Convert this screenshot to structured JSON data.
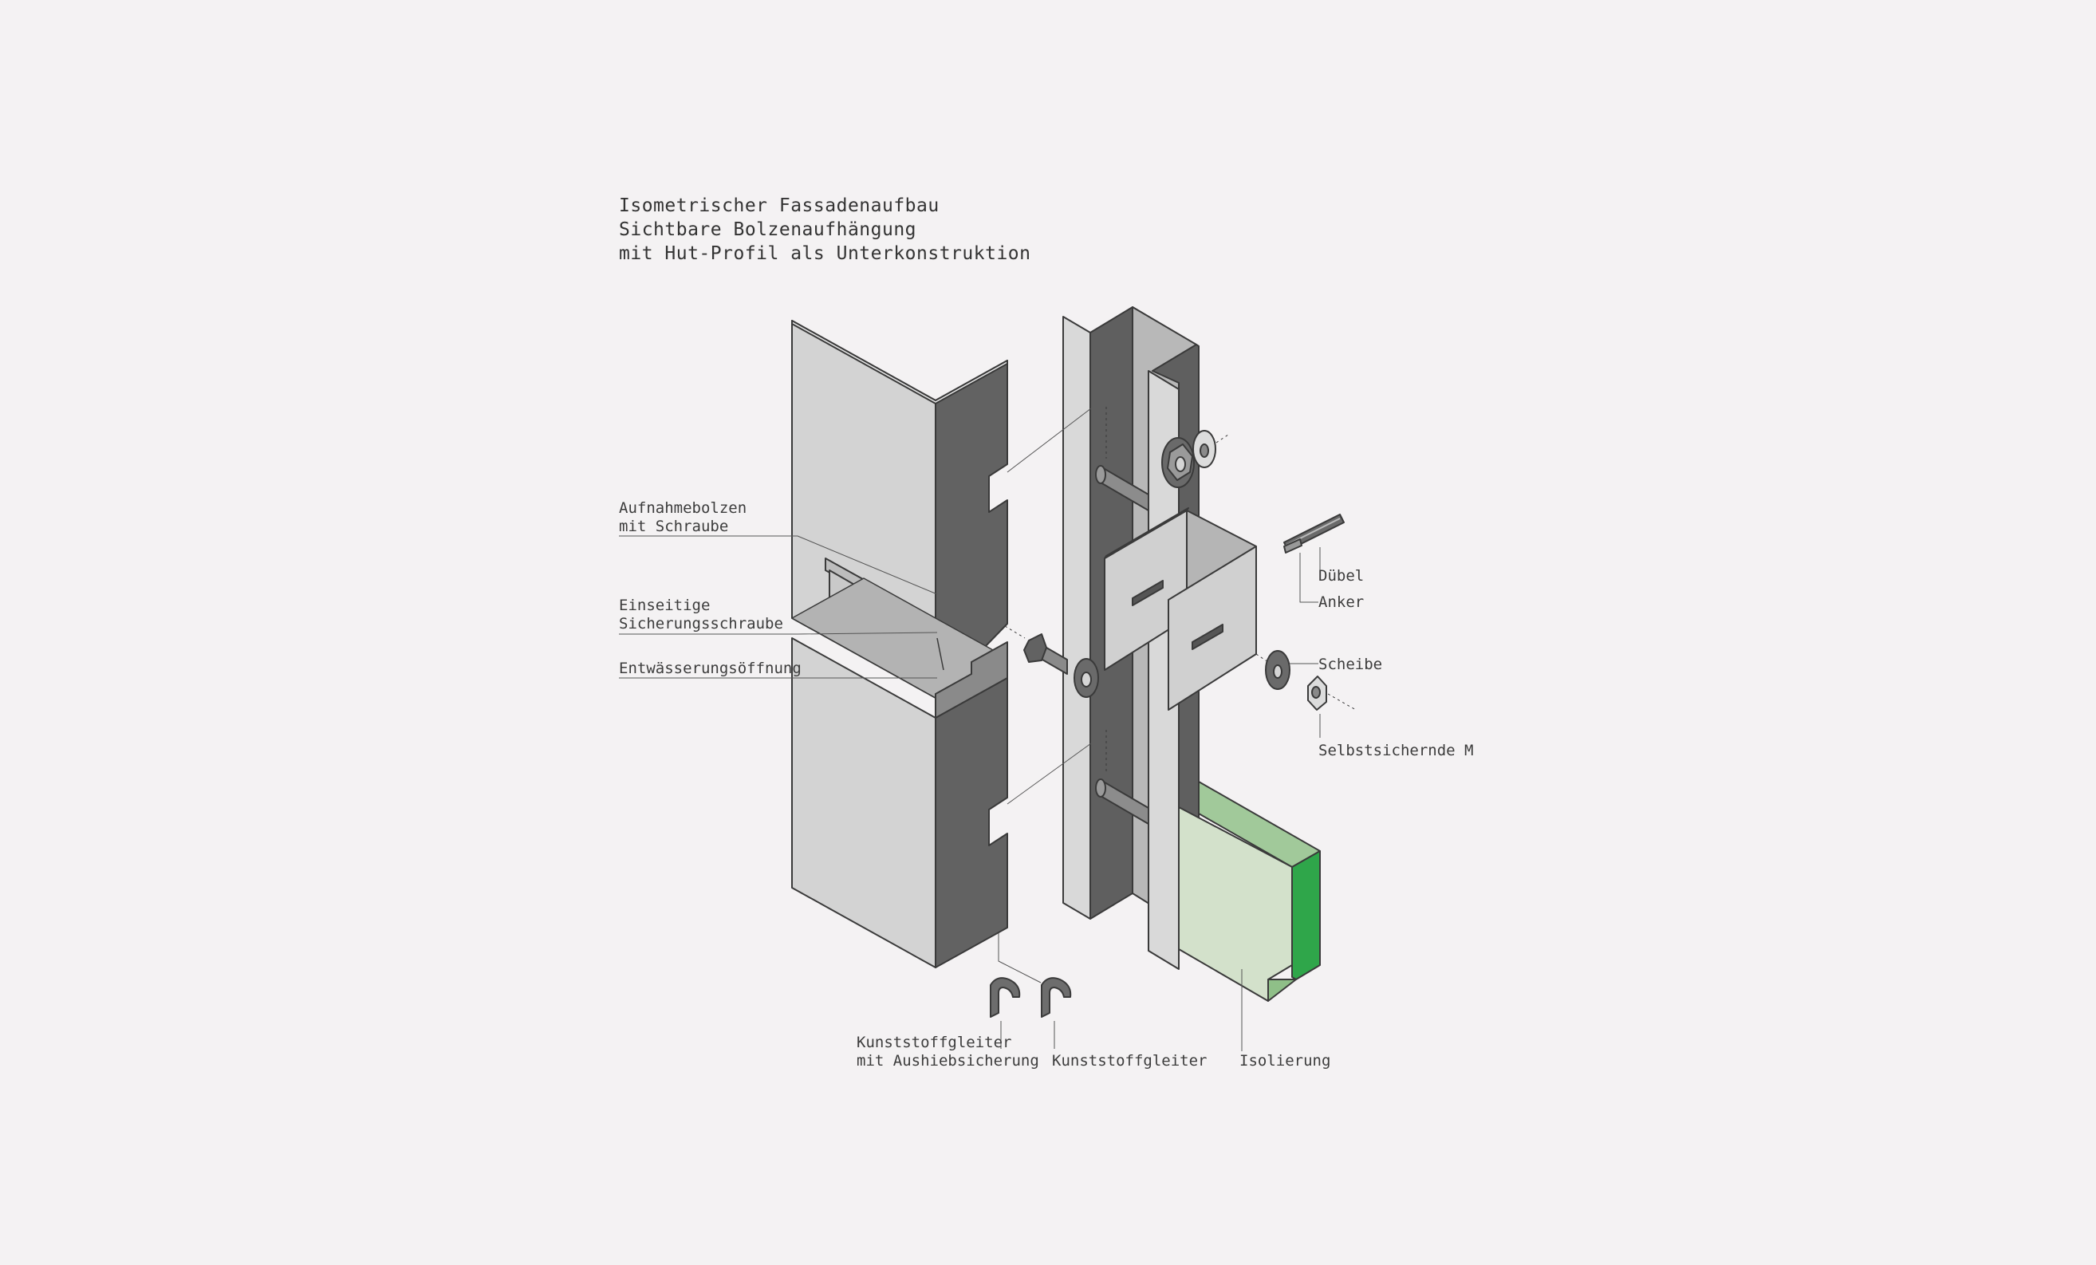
{
  "title": {
    "line1": "Isometrischer Fassadenaufbau",
    "line2": "Sichtbare Bolzenaufhängung",
    "line3": "mit Hut-Profil als Unterkonstruktion"
  },
  "labels": {
    "aufnahmebolzen": [
      "Aufnahmebolzen",
      "mit Schraube"
    ],
    "sicherungsschraube": [
      "Einseitige",
      "Sicherungsschraube"
    ],
    "entwaesserung": "Entwässerungsöffnung",
    "duebel": "Dübel",
    "anker": "Anker",
    "scheibe": "Scheibe",
    "mutter": "Selbstsichernde M",
    "gleiter_sicherung": [
      "Kunststoffgleiter",
      "mit Aushiebsicherung"
    ],
    "gleiter": "Kunststoffgleiter",
    "isolierung": "Isolierung"
  },
  "colors": {
    "background": "#f4f2f3",
    "panel_face": "#d3d3d3",
    "panel_edge": "#626262",
    "profile_light": "#d9d9d9",
    "profile_mid": "#b8b8b8",
    "profile_dark": "#5f5f5f",
    "insulation_face": "#d3e1cb",
    "insulation_top": "#a1c99a",
    "insulation_side": "#2fa64a",
    "line": "#3a3a3a"
  }
}
